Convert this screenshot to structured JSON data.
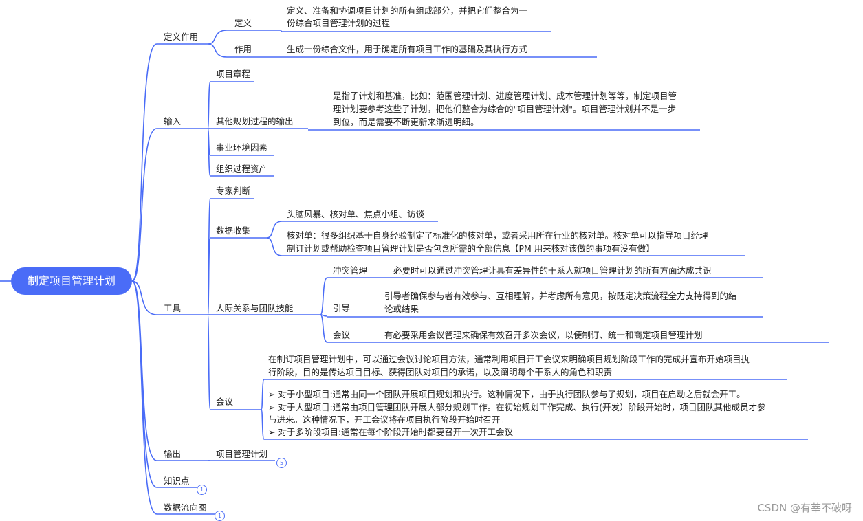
{
  "root": "制定项目管理计划",
  "branches": {
    "define_purpose": {
      "label": "定义作用",
      "define_label": "定义",
      "define_text1": "定义、准备和协调项目计划的所有组成部分，并把它们整合为一",
      "define_text2": "份综合项目管理计划的过程",
      "purpose_label": "作用",
      "purpose_text": "生成一份综合文件，用于确定所有项目工作的基础及其执行方式"
    },
    "inputs": {
      "label": "输入",
      "charter": "项目章程",
      "other_outputs": "其他规划过程的输出",
      "other_text1": "是指子计划和基准，比如：范围管理计划、进度管理计划、成本管理计划等等，制定项目管",
      "other_text2": "理计划要参考这些子计划，把他们整合为综合的\"项目管理计划\"。项目管理计划并不是一步",
      "other_text3": "到位，而是需要不断更新来渐进明细。",
      "eef": "事业环境因素",
      "opa": "组织过程资产"
    },
    "tools": {
      "label": "工具",
      "expert": "专家判断",
      "data_gathering": "数据收集",
      "dg_text": "头脑风暴、核对单、焦点小组、访谈",
      "checklist1": "核对单：很多组织基于自身经验制定了标准化的核对单，或者采用所在行业的核对单。核对单可以指导项目经理",
      "checklist2": "制订计划或帮助检查项目管理计划是否包含所需的全部信息【PM 用来核对该做的事项有没有做】",
      "interpersonal": "人际关系与团队技能",
      "conflict_label": "冲突管理",
      "conflict_text": "必要时可以通过冲突管理让具有差异性的干系人就项目管理计划的所有方面达成共识",
      "facilitation_label": "引导",
      "facilitation_text1": "引导者确保参与者有效参与、互相理解，并考虑所有意见，按既定决策流程全力支持得到的结",
      "facilitation_text2": "论或结果",
      "meeting_label": "会议",
      "meeting_text": "有必要采用会议管理来确保有效召开多次会议，以便制订、统一和商定项目管理计划",
      "meetings": "会议",
      "mt1": "在制订项目管理计划中，可以通过会议讨论项目方法，通常利用项目开工会议来明确项目规划阶段工作的完成并宣布开始项目执",
      "mt2": "行阶段，目的是传达项目目标、获得团队对项目的承诺，以及阐明每个干系人的角色和职责",
      "mt3": "➢ 对于小型项目:通常由同一个团队开展项目规划和执行。这种情况下，由于执行团队参与了规划，项目在启动之后就会开工。",
      "mt4": "➢ 对于大型项目:通常由项目管理团队开展大部分规划工作。在初始规划工作完成、执行(开发）阶段开始时，项目团队其他成员才参",
      "mt5": "与进来。这种情况下，开工会议将在项目执行阶段开始时召开。",
      "mt6": "➢ 对于多阶段项目:通常在每个阶段开始时都要召开一次开工会议"
    },
    "outputs": {
      "label": "输出",
      "pmp": "项目管理计划",
      "badge": "5"
    },
    "knowledge": {
      "label": "知识点",
      "badge": "1"
    },
    "dfd": {
      "label": "数据流向图",
      "badge": "1"
    }
  },
  "watermark": "CSDN @有莘不破呀",
  "colors": {
    "line": "#4a6cf7",
    "root_bg": "#4a6cf7",
    "text": "#222222"
  }
}
